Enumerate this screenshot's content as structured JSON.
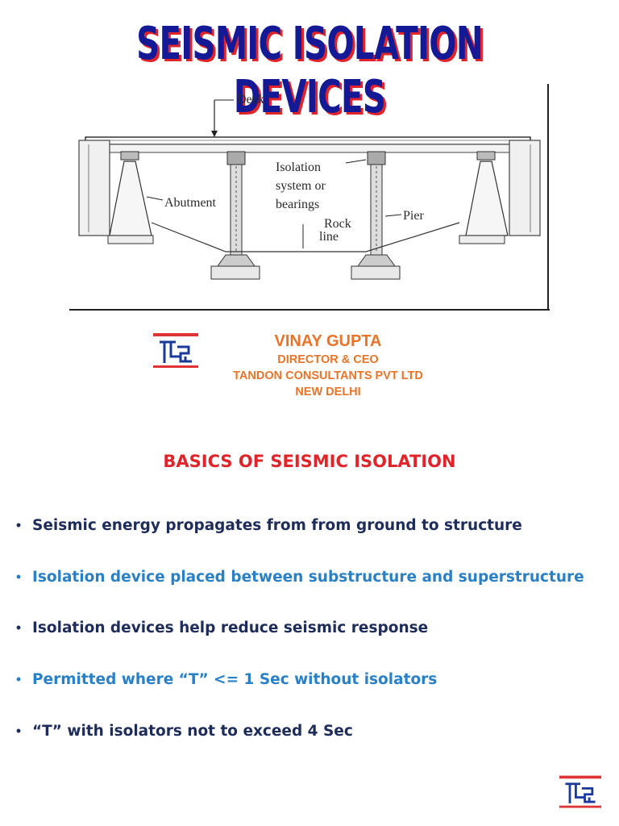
{
  "title": "SEISMIC ISOLATION DEVICES",
  "diagram": {
    "labels": {
      "deck": "Deck",
      "isolation_1": "Isolation",
      "isolation_2": "system or",
      "isolation_3": "bearings",
      "abutment": "Abutment",
      "pier": "Pier",
      "rock_1": "Rock",
      "rock_2": "line"
    }
  },
  "author": {
    "name": "VINAY GUPTA",
    "role": "DIRECTOR & CEO",
    "company": "TANDON CONSULTANTS PVT LTD",
    "city": "NEW DELHI"
  },
  "section_heading": "BASICS OF SEISMIC ISOLATION",
  "bullets": [
    {
      "text": "Seismic energy propagates from from ground to structure",
      "color": "#1e2c5a"
    },
    {
      "text": "Isolation device placed between substructure and superstructure",
      "color": "#2a80c6"
    },
    {
      "text": "Isolation devices help reduce seismic response",
      "color": "#1e2c5a"
    },
    {
      "text": "Permitted where “T” <= 1 Sec without isolators",
      "color": "#2a80c6"
    },
    {
      "text": "“T” with isolators not to exceed 4 Sec",
      "color": "#1e2c5a"
    }
  ],
  "colors": {
    "title": "#141a96",
    "title_shadow": "#e0242a",
    "author": "#e8742a",
    "heading": "#e0242a"
  },
  "icons": {
    "bullet": "bullet-dot",
    "logo": "tcpl-logo"
  }
}
